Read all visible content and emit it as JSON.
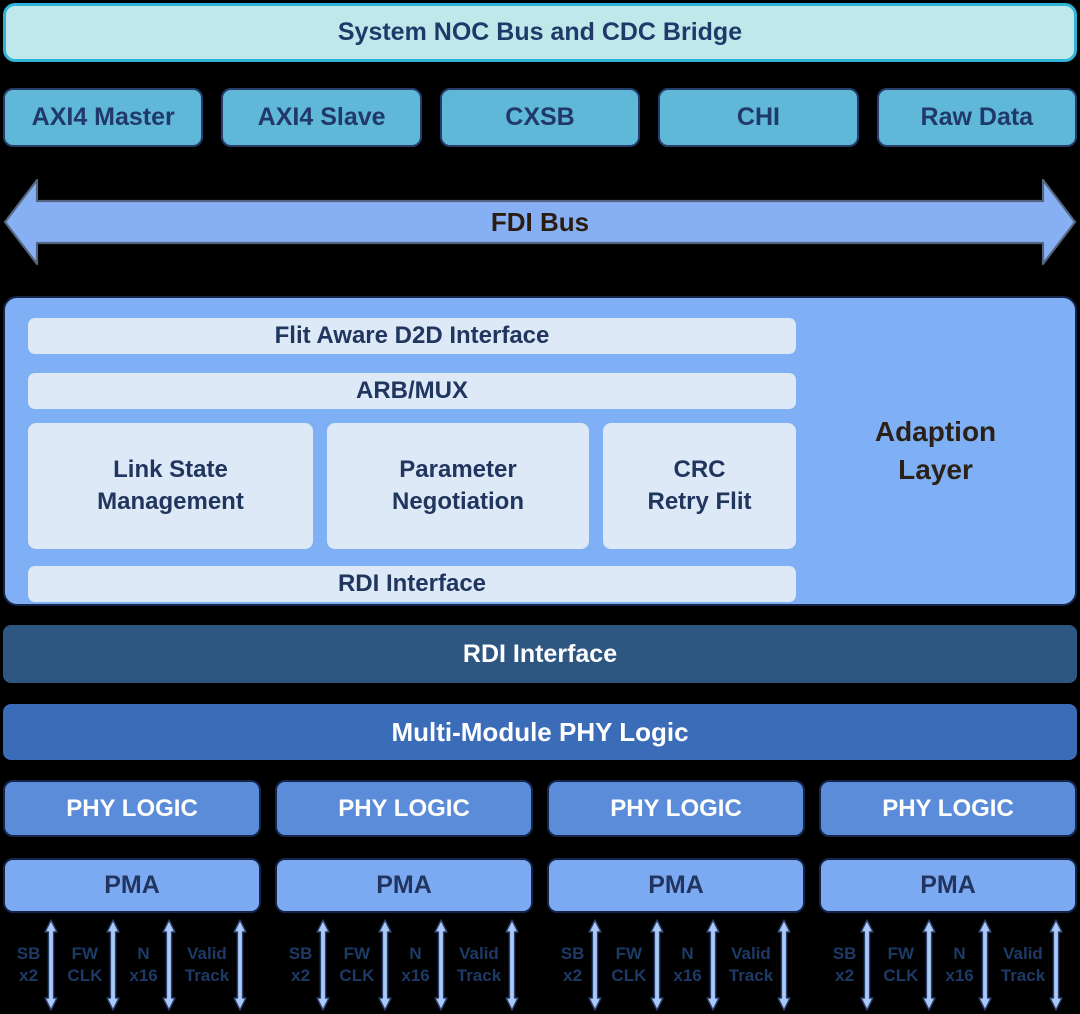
{
  "colors": {
    "background": "#000000",
    "cyan_fill": "#bfe8eb",
    "cyan_border": "#2fb3d6",
    "teal_fill": "#5fb8d8",
    "light_blue_arrow": "#86b0f3",
    "adaption_fill": "#7fb0f5",
    "inner_box_fill": "#dde9f6",
    "dark_bar": "#2d5680",
    "medium_bar": "#3a6cb8",
    "phy_fill": "#5a8cd9",
    "pma_fill": "#7ba9f2",
    "navy_text": "#21365f"
  },
  "top_bar": {
    "label": "System NOC Bus and CDC Bridge"
  },
  "protocol_row": {
    "items": [
      {
        "label": "AXI4 Master"
      },
      {
        "label": "AXI4 Slave"
      },
      {
        "label": "CXSB"
      },
      {
        "label": "CHI"
      },
      {
        "label": "Raw Data"
      }
    ]
  },
  "fdi_bus": {
    "label": "FDI Bus"
  },
  "adaption_layer": {
    "title_line1": "Adaption",
    "title_line2": "Layer",
    "flit_aware": "Flit Aware D2D Interface",
    "arb_mux": "ARB/MUX",
    "blocks": [
      {
        "line1": "Link State",
        "line2": "Management"
      },
      {
        "line1": "Parameter",
        "line2": "Negotiation"
      },
      {
        "line1": "CRC",
        "line2": "Retry Flit"
      }
    ],
    "rdi": "RDI Interface"
  },
  "rdi_bar": {
    "label": "RDI Interface"
  },
  "mm_bar": {
    "label": "Multi-Module PHY Logic"
  },
  "phy_row": {
    "labels": [
      "PHY LOGIC",
      "PHY LOGIC",
      "PHY LOGIC",
      "PHY LOGIC"
    ]
  },
  "pma_row": {
    "labels": [
      "PMA",
      "PMA",
      "PMA",
      "PMA"
    ]
  },
  "signals": {
    "group_count": 4,
    "items": [
      {
        "line1": "SB",
        "line2": "x2"
      },
      {
        "line1": "FW",
        "line2": "CLK"
      },
      {
        "line1": "N",
        "line2": "x16"
      },
      {
        "line1": "Valid",
        "line2": "Track"
      }
    ]
  }
}
